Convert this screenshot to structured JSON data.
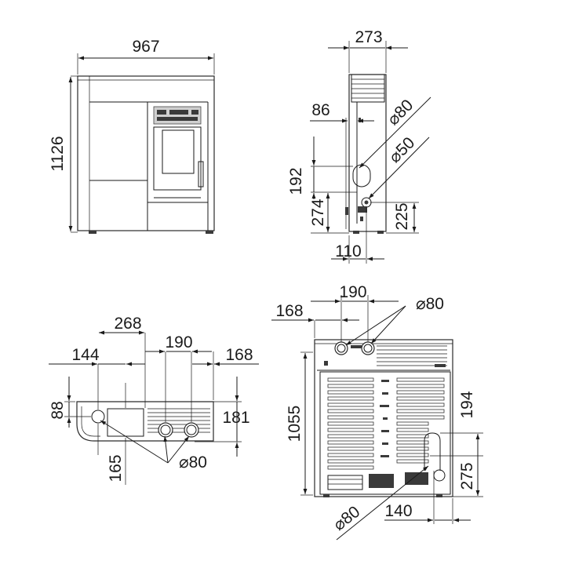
{
  "views": {
    "front": {
      "width": "967",
      "height": "1126"
    },
    "side": {
      "depth": "273",
      "offset_top": "86",
      "dia_upper": "⌀80",
      "dia_lower": "⌀50",
      "height_a": "192",
      "height_b": "274",
      "height_c": "225",
      "offset_bottom": "110"
    },
    "top": {
      "dist_a": "268",
      "dist_b": "144",
      "dist_c": "190",
      "dist_d": "168",
      "depth_a": "88",
      "depth_b": "181",
      "dist_e": "165",
      "dia": "⌀80"
    },
    "rear": {
      "dist_a": "190",
      "dist_b": "168",
      "dia_top": "⌀80",
      "height": "1055",
      "height_a": "194",
      "height_b": "275",
      "dia_bottom": "⌀80",
      "dist_c": "140"
    }
  }
}
